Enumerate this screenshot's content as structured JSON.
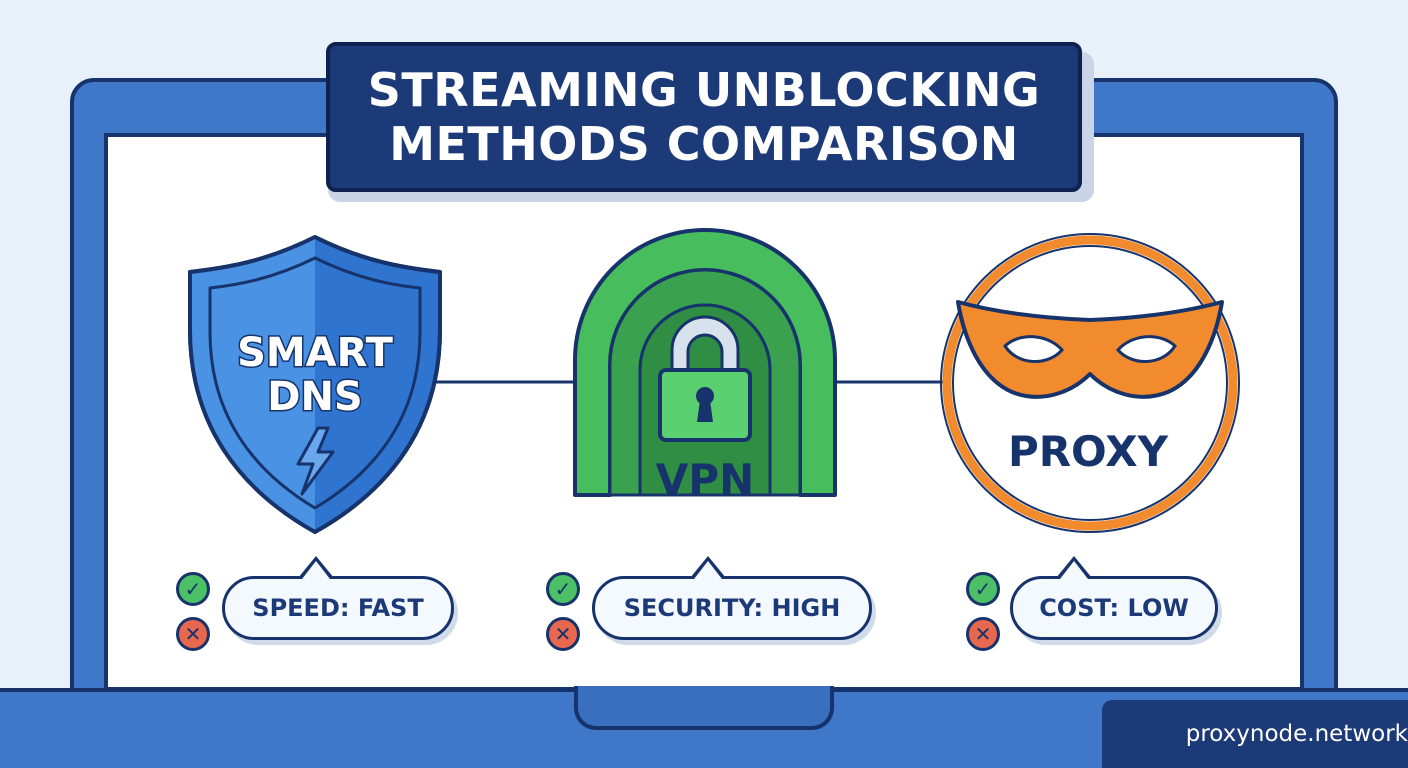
{
  "title": "STREAMING UNBLOCKING\nMETHODS COMPARISON",
  "methods": [
    {
      "label_line1": "SMART",
      "label_line2": "DNS",
      "attribute": "SPEED: FAST"
    },
    {
      "label": "VPN",
      "attribute": "SECURITY: HIGH"
    },
    {
      "label": "PROXY",
      "attribute": "COST: LOW"
    }
  ],
  "status_icons": {
    "ok": "check-icon",
    "bad": "x-icon"
  },
  "brand": {
    "domain": "proxynode.network"
  },
  "colors": {
    "navy": "#1d3a78",
    "frame_blue": "#3f78c9",
    "shield_blue": "#3a82d8",
    "tunnel_green": "#43b95a",
    "mask_orange": "#f28a2e",
    "ok_green": "#4cc066",
    "bad_red": "#e8674f"
  }
}
